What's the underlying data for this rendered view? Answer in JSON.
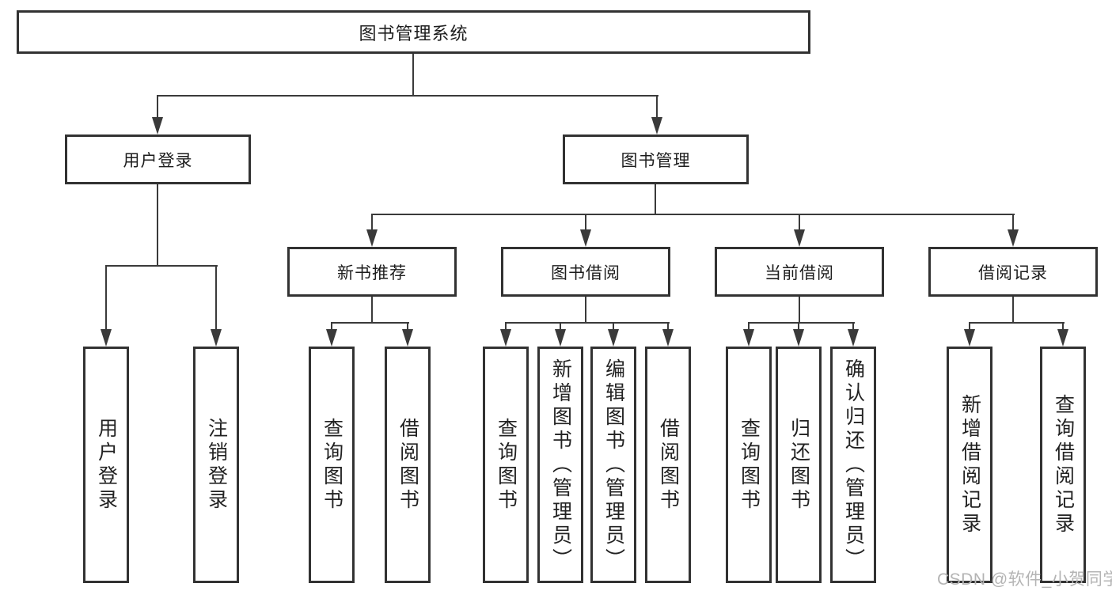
{
  "tree": {
    "root": {
      "label": "图书管理系统",
      "children": [
        {
          "label": "用户登录",
          "children": [
            {
              "label": "用户登录"
            },
            {
              "label": "注销登录"
            }
          ]
        },
        {
          "label": "图书管理",
          "children": [
            {
              "label": "新书推荐",
              "children": [
                {
                  "label": "查询图书"
                },
                {
                  "label": "借阅图书"
                }
              ]
            },
            {
              "label": "图书借阅",
              "children": [
                {
                  "label": "查询图书"
                },
                {
                  "label": "新增图书（管理员）"
                },
                {
                  "label": "编辑图书（管理员）"
                },
                {
                  "label": "借阅图书"
                }
              ]
            },
            {
              "label": "当前借阅",
              "children": [
                {
                  "label": "查询图书"
                },
                {
                  "label": "归还图书"
                },
                {
                  "label": "确认归还（管理员）"
                }
              ]
            },
            {
              "label": "借阅记录",
              "children": [
                {
                  "label": "新增借阅记录"
                },
                {
                  "label": "查询借阅记录"
                }
              ]
            }
          ]
        }
      ]
    }
  },
  "watermark": {
    "text": "CSDN @软件_小贺同学"
  },
  "colors": {
    "line": "#3a3a3a",
    "box_border": "#323232",
    "text": "#1f1f1f",
    "watermark": "#b4b4b4",
    "background": "#ffffff"
  }
}
